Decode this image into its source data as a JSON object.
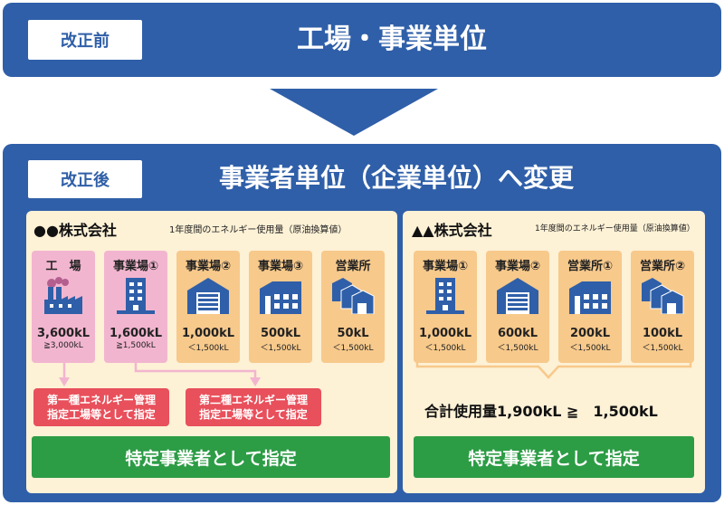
{
  "before": {
    "badge": "改正前",
    "title": "工場・事業単位"
  },
  "after": {
    "badge": "改正後",
    "title": "事業者単位（企業単位）へ変更"
  },
  "left": {
    "company": "●●株式会社",
    "unit_note": "1年度間のエネルギー使用量（原油換算値）",
    "facilities": [
      {
        "label": "工　場",
        "icon": "factory-icon",
        "value": "3,600kL",
        "threshold": "≧3,000kL",
        "color": "pink"
      },
      {
        "label": "事業場①",
        "icon": "office-building-icon",
        "value": "1,600kL",
        "threshold": "≧1,500kL",
        "color": "pink"
      },
      {
        "label": "事業場②",
        "icon": "warehouse-icon",
        "value": "1,000kL",
        "threshold": "＜1,500kL",
        "color": "orange"
      },
      {
        "label": "事業場③",
        "icon": "depot-icon",
        "value": "500kL",
        "threshold": "＜1,500kL",
        "color": "orange"
      },
      {
        "label": "営業所",
        "icon": "store-icon",
        "value": "50kL",
        "threshold": "＜1,500kL",
        "color": "orange"
      }
    ],
    "designation_1": "第一種エネルギー管理\n指定工場等として指定",
    "designation_2": "第二種エネルギー管理\n指定工場等として指定",
    "result": "特定事業者として指定"
  },
  "right": {
    "company": "▲▲株式会社",
    "unit_note": "1年度間のエネルギー使用量（原油換算値）",
    "facilities": [
      {
        "label": "事業場①",
        "icon": "office-building-icon",
        "value": "1,000kL",
        "threshold": "＜1,500kL",
        "color": "orange"
      },
      {
        "label": "事業場②",
        "icon": "warehouse-icon",
        "value": "600kL",
        "threshold": "＜1,500kL",
        "color": "orange"
      },
      {
        "label": "営業所①",
        "icon": "depot-icon",
        "value": "200kL",
        "threshold": "＜1,500kL",
        "color": "orange"
      },
      {
        "label": "営業所②",
        "icon": "store-icon",
        "value": "100kL",
        "threshold": "＜1,500kL",
        "color": "orange"
      }
    ],
    "total": "合計使用量1,900kL ≧　1,500kL",
    "result": "特定事業者として指定"
  },
  "colors": {
    "blue": "#2f5fa8",
    "panel": "#fdf1d6",
    "pink": "#f2b5cf",
    "orange": "#f7c98b",
    "red": "#e8505b",
    "green": "#2c9c45",
    "icon": "#2f5fa8"
  }
}
